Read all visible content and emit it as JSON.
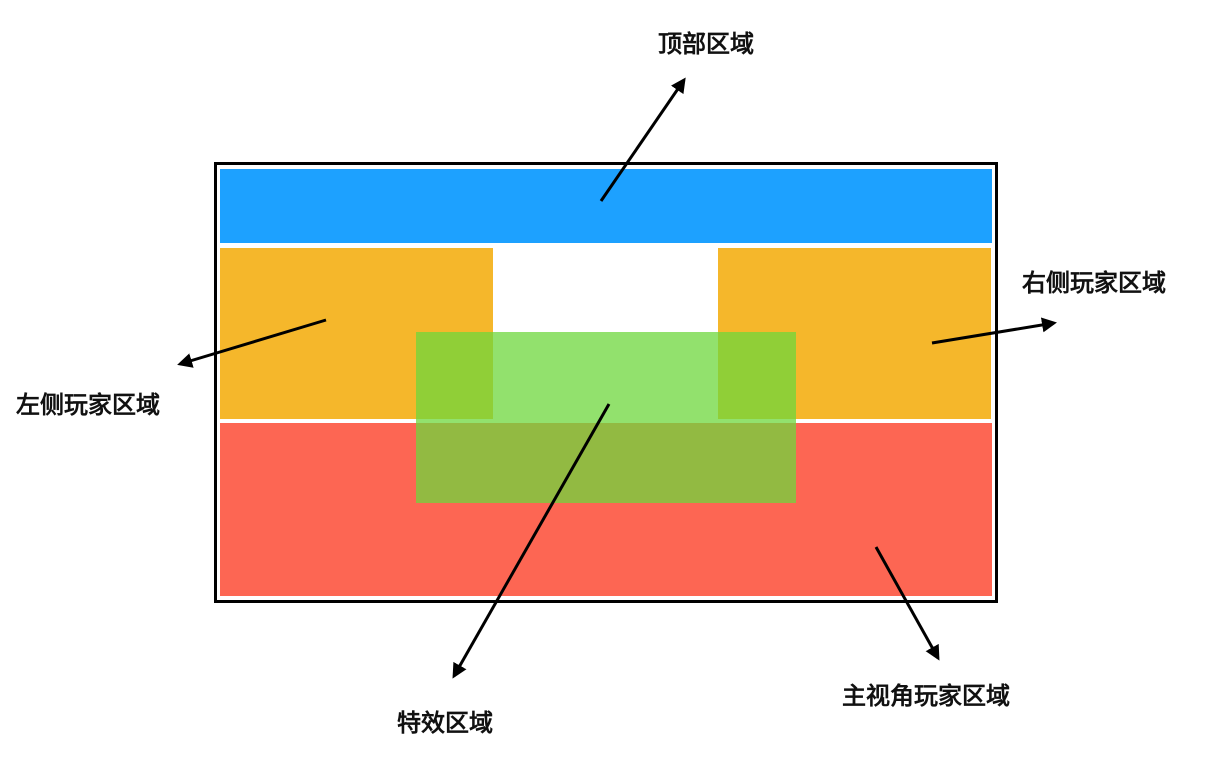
{
  "labels": {
    "top": "顶部区域",
    "left_player": "左侧玩家区域",
    "right_player": "右侧玩家区域",
    "main_player": "主视角玩家区域",
    "effects": "特效区域"
  },
  "colors": {
    "top": "#1da1ff",
    "side_players": "#f5b72b",
    "main_player": "#fd6653",
    "effects": "rgba(110,215,60,0.75)",
    "frame": "#000000"
  }
}
